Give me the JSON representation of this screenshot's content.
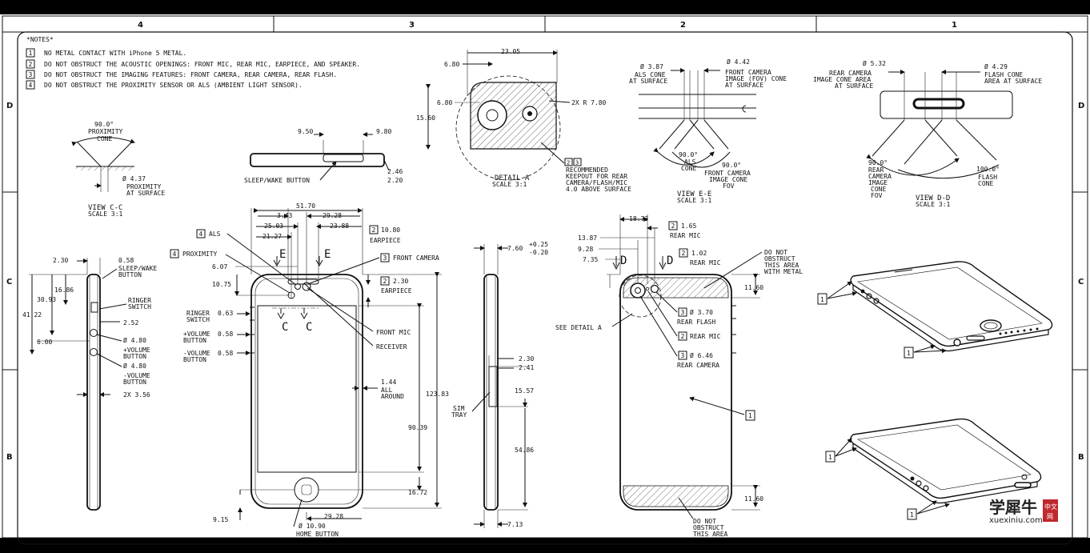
{
  "zones": [
    "4",
    "3",
    "2",
    "1"
  ],
  "rows": [
    "D",
    "C",
    "B"
  ],
  "notes": {
    "title": "*NOTES*",
    "items": [
      {
        "num": "1",
        "text": "NO METAL CONTACT WITH iPhone 5 METAL."
      },
      {
        "num": "2",
        "text": "DO NOT OBSTRUCT THE ACOUSTIC OPENINGS: FRONT MIC, REAR MIC, EARPIECE, AND SPEAKER."
      },
      {
        "num": "3",
        "text": "DO NOT OBSTRUCT THE IMAGING FEATURES: FRONT CAMERA, REAR CAMERA, REAR FLASH."
      },
      {
        "num": "4",
        "text": "DO NOT OBSTRUCT THE PROXIMITY SENSOR OR ALS (AMBIENT LIGHT SENSOR)."
      }
    ]
  },
  "view_cc": {
    "angle": "90.0°",
    "angle_label1": "PROXIMITY",
    "angle_label2": "CONE",
    "dia": "Ø 4.37",
    "dia_label1": "PROXIMITY",
    "dia_label2": "AT SURFACE",
    "title": "VIEW C-C",
    "scale": "SCALE 3:1"
  },
  "top_view": {
    "d1": "9.50",
    "d2": "9.80",
    "d3": "2.46",
    "d4": "2.20",
    "label": "SLEEP/WAKE BUTTON"
  },
  "detail_a": {
    "d1": "23.05",
    "d2": "6.80",
    "d3": "6.80",
    "d4": "15.60",
    "radius": "2X R 7.80",
    "notes_num1": "2",
    "notes_num2": "3",
    "note_l1": "RECOMMENDED",
    "note_l2": "KEEPOUT FOR REAR",
    "note_l3": "CAMERA/FLASH/MIC",
    "note_l4": "4.0 ABOVE SURFACE",
    "title": "DETAIL A",
    "scale": "SCALE 3:1"
  },
  "view_ee": {
    "d1": "Ø 3.87",
    "d1_l1": "ALS CONE",
    "d1_l2": "AT SURFACE",
    "d2": "Ø 4.42",
    "d2_l1": "FRONT CAMERA",
    "d2_l2": "IMAGE (FOV) CONE",
    "d2_l3": "AT SURFACE",
    "a1": "90.0°",
    "a1_l1": "ALS",
    "a1_l2": "CONE",
    "a2": "90.0°",
    "a2_l1": "FRONT CAMERA",
    "a2_l2": "IMAGE CONE",
    "a2_l3": "FOV",
    "title": "VIEW E-E",
    "scale": "SCALE 3:1"
  },
  "view_dd": {
    "d1": "Ø 5.32",
    "d1_l1": "REAR CAMERA",
    "d1_l2": "IMAGE CONE AREA",
    "d1_l3": "AT SURFACE",
    "d2": "Ø 4.29",
    "d2_l1": "FLASH CONE",
    "d2_l2": "AREA AT SURFACE",
    "a1": "90.0°",
    "a1_l1": "REAR",
    "a1_l2": "CAMERA",
    "a1_l3": "IMAGE",
    "a1_l4": "CONE",
    "a1_l5": "FOV",
    "a2": "100.0°",
    "a2_l1": "FLASH",
    "a2_l2": "CONE",
    "title": "VIEW D-D",
    "scale": "SCALE 3:1"
  },
  "side_left": {
    "d1": "2.30",
    "d2": "0.58",
    "d2_l1": "SLEEP/WAKE",
    "d2_l2": "BUTTON",
    "d3": "16.86",
    "d4": "30.93",
    "d5": "41.22",
    "d6": "6.00",
    "ringer_l1": "RINGER",
    "ringer_l2": "SWITCH",
    "d7": "2.52",
    "vol_up": "Ø 4.80",
    "vol_up_l1": "+VOLUME",
    "vol_up_l2": "BUTTON",
    "vol_dn": "Ø 4.80",
    "vol_dn_l1": "-VOLUME",
    "vol_dn_l2": "BUTTON",
    "d8": "2X 3.56"
  },
  "front": {
    "w": "51.70",
    "d1": "3.43",
    "d2": "29.28",
    "d3": "25.03",
    "d4": "23.88",
    "d5": "21.27",
    "earpiece_num": "2",
    "earpiece_d": "10.80",
    "earpiece_l": "EARPIECE",
    "als_num": "4",
    "als": "ALS",
    "prox_num": "4",
    "prox": "PROXIMITY",
    "cam_num": "3",
    "cam": "FRONT CAMERA",
    "d6": "6.07",
    "d7": "10.75",
    "ear2_num": "2",
    "ear2_d": "2.30",
    "ear2_l": "EARPIECE",
    "ringer": "RINGER",
    "ringer_d": "0.63",
    "ringer_l": "SWITCH",
    "volup": "+VOLUME",
    "volup_d": "0.58",
    "volup_l": "BUTTON",
    "voldn": "-VOLUME",
    "voldn_d": "0.58",
    "voldn_l": "BUTTON",
    "sec_c1": "C",
    "sec_c2": "C",
    "sec_e1": "E",
    "sec_e2": "E",
    "front_mic": "FRONT MIC",
    "receiver": "RECEIVER",
    "d8": "1.44",
    "all_l1": "ALL",
    "all_l2": "AROUND",
    "h": "123.83",
    "d9": "90.39",
    "d10": "16.72",
    "d11": "9.15",
    "d12": "29.28",
    "home": "Ø 10.90",
    "home_l": "HOME BUTTON"
  },
  "side_right": {
    "d1": "7.60",
    "d1_t": "+0.25",
    "d1_b": "-0.20",
    "d2": "2.30",
    "d3": "2.41",
    "d4": "15.57",
    "sim_l1": "SIM",
    "sim_l2": "TRAY",
    "d5": "54.86",
    "d6": "7.13"
  },
  "rear": {
    "d1": "18.73",
    "d2": "1.65",
    "rear_mic_num": "2",
    "rear_mic": "REAR MIC",
    "d3": "13.87",
    "d4": "9.28",
    "d5": "7.35",
    "d6": "1.02",
    "rear_mic2_num": "2",
    "rear_mic2": "REAR MIC",
    "dno_l1": "DO NOT",
    "dno_l2": "OBSTRUCT",
    "dno_l3": "THIS AREA",
    "dno_l4": "WITH METAL",
    "d7": "11.60",
    "flash_num": "3",
    "flash_d": "Ø 3.70",
    "flash_l": "REAR FLASH",
    "mic3_num": "2",
    "mic3": "REAR MIC",
    "see_detail": "SEE DETAIL A",
    "cam_num": "3",
    "cam_d": "Ø 6.46",
    "cam_l": "REAR CAMERA",
    "sec_d1": "D",
    "sec_d2": "D",
    "note_num": "1",
    "d8": "11.60",
    "bot_l1": "DO NOT",
    "bot_l2": "OBSTRUCT",
    "bot_l3": "THIS AREA"
  },
  "iso": {
    "num": "1"
  },
  "watermark": {
    "cn": "学犀牛",
    "url": "xuexiniu.com",
    "badge1": "中文",
    "badge2": "网"
  }
}
